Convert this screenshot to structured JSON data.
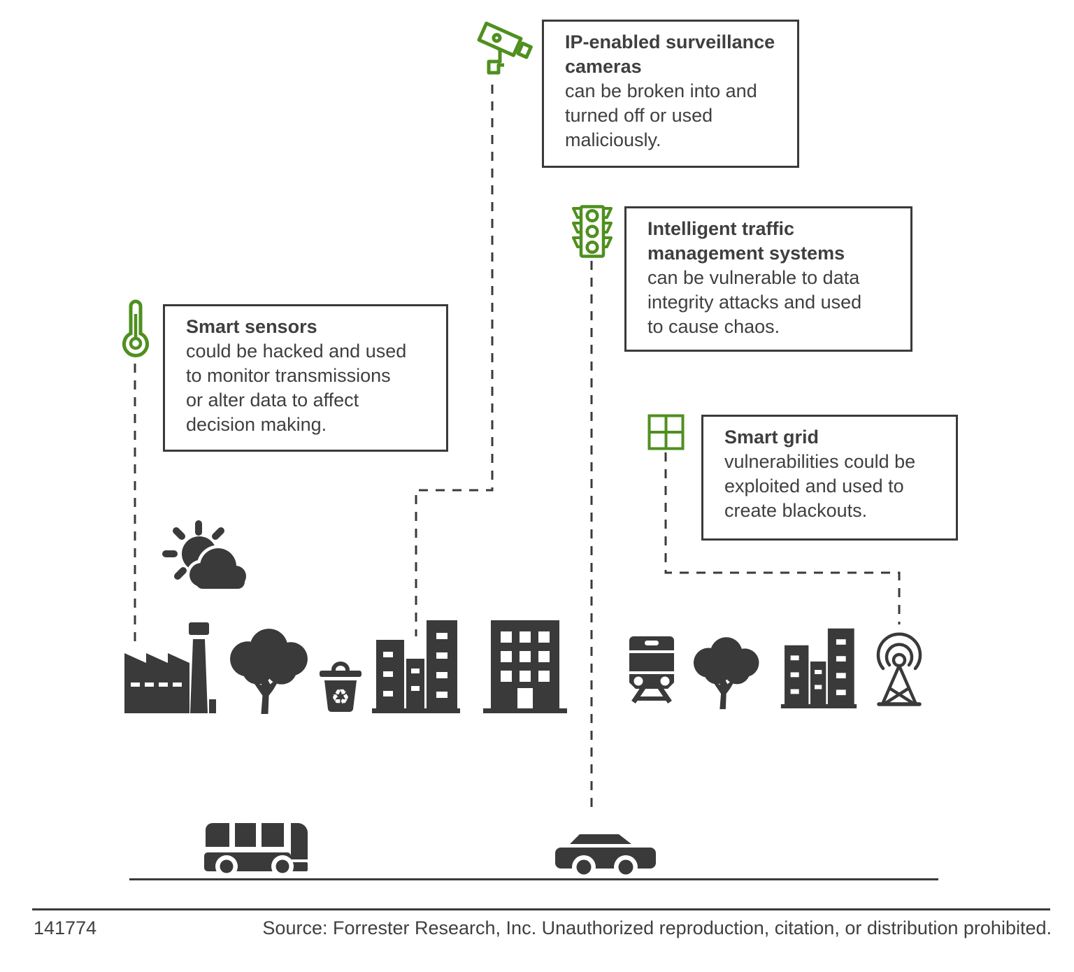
{
  "colors": {
    "accent_green": "#4f8f1f",
    "icon_dark": "#3a3a3a",
    "text": "#3f3f3f",
    "box_border": "#3a3a3a",
    "background": "#ffffff"
  },
  "callouts": {
    "surveillance": {
      "icon": "surveillance-camera",
      "title": "IP-enabled surveillance\ncameras",
      "body": "can be broken into and\nturned off or used\nmaliciously."
    },
    "traffic": {
      "icon": "traffic-light",
      "title": "Intelligent traffic\nmanagement systems",
      "body": "can be vulnerable to data\nintegrity attacks and used\nto cause chaos."
    },
    "sensors": {
      "icon": "thermometer-sensor",
      "title": "Smart sensors",
      "body": "could be hacked and used\nto monitor transmissions\nor alter data to affect\ndecision making."
    },
    "grid": {
      "icon": "power-grid-square",
      "title": "Smart grid",
      "body": "vulnerabilities could be\nexploited and used to\ncreate blackouts."
    }
  },
  "cityscape": {
    "icons": [
      "sun-and-cloud",
      "factory",
      "tree",
      "recycle-bin",
      "buildings-cluster",
      "office-building",
      "train",
      "tree",
      "buildings-cluster",
      "radio-tower",
      "bus",
      "car"
    ]
  },
  "footer": {
    "figure_number": "141774",
    "source_text": "Source: Forrester Research, Inc. Unauthorized reproduction, citation, or distribution prohibited."
  }
}
